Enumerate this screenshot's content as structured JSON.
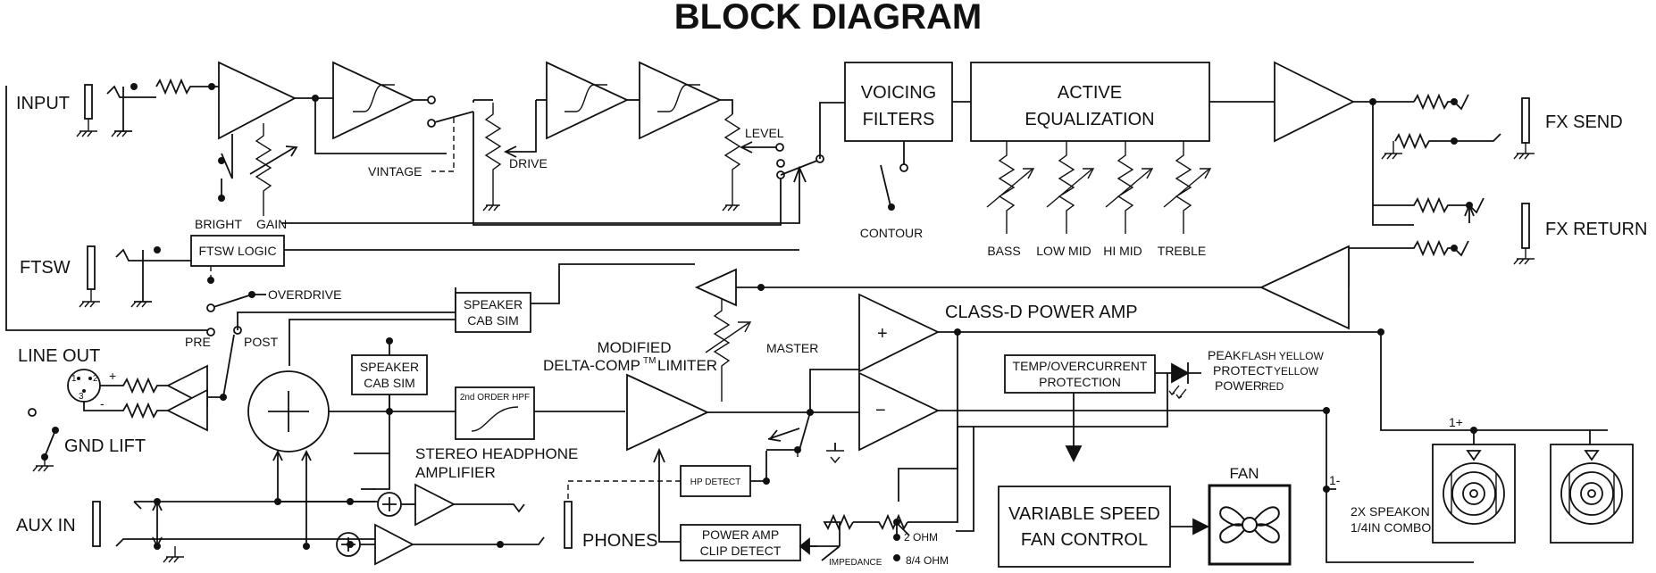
{
  "title": "BLOCK DIAGRAM",
  "labels": {
    "input": "INPUT",
    "ftsw": "FTSW",
    "line_out": "LINE OUT",
    "gnd_lift": "GND LIFT",
    "aux_in": "AUX IN",
    "bright": "BRIGHT",
    "gain": "GAIN",
    "vintage": "VINTAGE",
    "drive": "DRIVE",
    "level": "LEVEL",
    "voicing_1": "VOICING",
    "voicing_2": "FILTERS",
    "active_eq_1": "ACTIVE",
    "active_eq_2": "EQUALIZATION",
    "contour": "CONTOUR",
    "bass": "BASS",
    "low_mid": "LOW MID",
    "hi_mid": "HI MID",
    "treble": "TREBLE",
    "fx_send": "FX SEND",
    "fx_return": "FX RETURN",
    "ftsw_logic": "FTSW LOGIC",
    "overdrive": "OVERDRIVE",
    "pre": "PRE",
    "post": "POST",
    "speaker_cab_sim_1": "SPEAKER",
    "speaker_cab_sim_2": "CAB SIM",
    "modified": "MODIFIED",
    "delta_comp": "DELTA-COMP",
    "tm": "TM",
    "limiter": "LIMITER",
    "master": "MASTER",
    "class_d": "CLASS-D POWER AMP",
    "plus": "+",
    "minus": "−",
    "hpf": "2nd ORDER HPF",
    "headphone_1": "STEREO HEADPHONE",
    "headphone_2": "AMPLIFIER",
    "phones": "PHONES",
    "hp_detect": "HP DETECT",
    "clip_detect_1": "POWER AMP",
    "clip_detect_2": "CLIP DETECT",
    "temp_1": "TEMP/OVERCURRENT",
    "temp_2": "PROTECTION",
    "peak": "PEAK",
    "flash_yellow": "FLASH YELLOW",
    "protect": "PROTECT",
    "yellow": "YELLOW",
    "power": "POWER",
    "red": "RED",
    "fan": "FAN",
    "fan_ctrl_1": "VARIABLE SPEED",
    "fan_ctrl_2": "FAN CONTROL",
    "impedance": "IMPEDANCE",
    "ohm_2": "2 OHM",
    "ohm_84": "8/4 OHM",
    "speakon_1": "2X SPEAKON",
    "speakon_2": "1/4IN COMBO",
    "pin_1plus": "1+",
    "pin_1minus": "1-",
    "xlr_plus": "+",
    "xlr_minus": "-",
    "xlr_1": "1",
    "xlr_2": "2",
    "xlr_3": "3"
  }
}
